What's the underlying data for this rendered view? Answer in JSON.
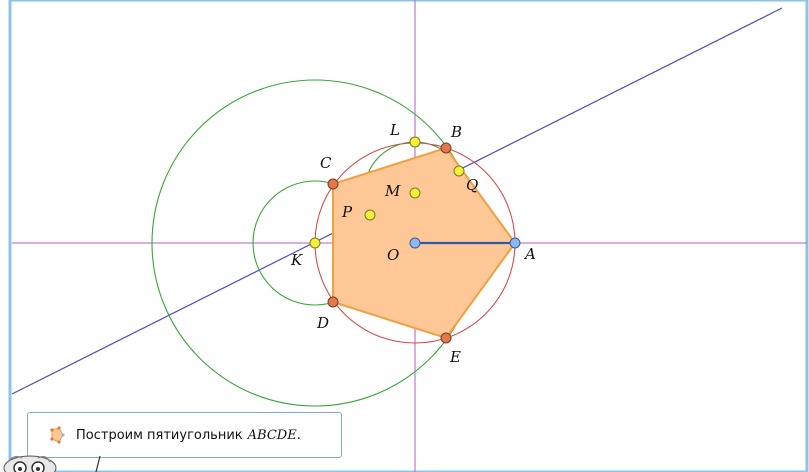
{
  "colors": {
    "frame": "#8cc4e8",
    "axis": "#b35cc6",
    "line": "#4d4fc0",
    "green_circle": "#3aa63a",
    "red_circle": "#d94a4a",
    "pentagon_fill": "#ffc896",
    "pentagon_stroke": "#f0a040",
    "segment_OA": "#2a5aa8",
    "vertex_point": "#e07a4e",
    "blue_point": "#8fb8f0",
    "yellow_point": "#f5f03a"
  },
  "points": {
    "A": "A",
    "B": "B",
    "C": "C",
    "D": "D",
    "E": "E",
    "O": "O",
    "K": "K",
    "L": "L",
    "M": "M",
    "P": "P",
    "Q": "Q"
  },
  "caption": {
    "text": "Построим пятиугольник",
    "math": "ABCDE",
    "end": "."
  },
  "icons": {
    "caption": "pentagon-points-icon",
    "mascot": "professor-mascot-icon"
  }
}
